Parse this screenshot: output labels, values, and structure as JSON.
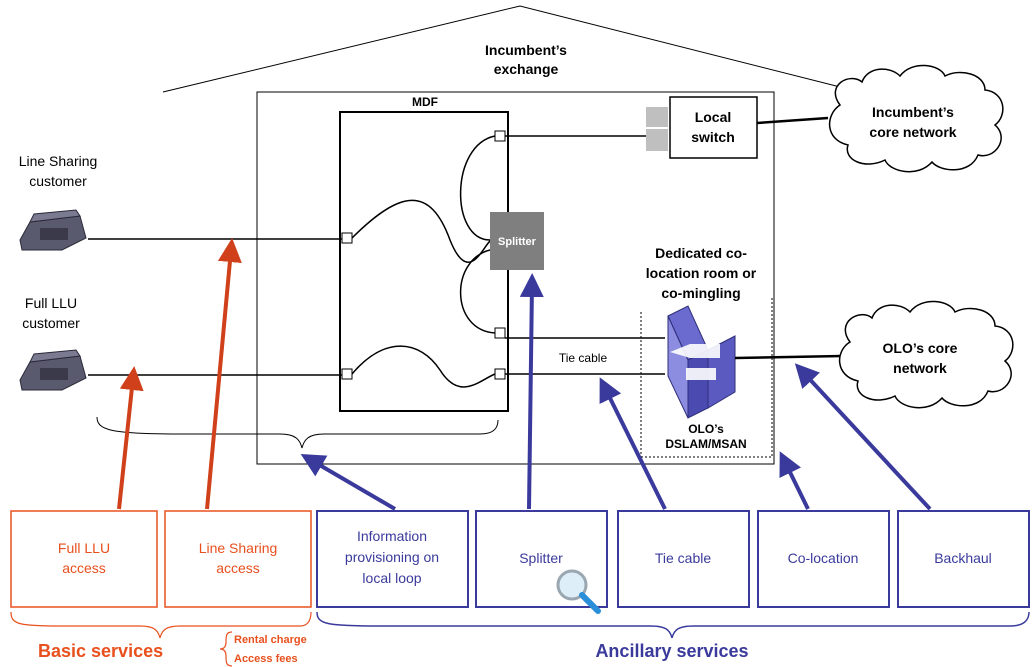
{
  "diagram": {
    "exchange": {
      "title_line1": "Incumbent’s",
      "title_line2": "exchange"
    },
    "mdf_label": "MDF",
    "splitter_label": "Splitter",
    "local_switch": {
      "line1": "Local",
      "line2": "switch"
    },
    "incumbent_core": {
      "line1": "Incumbent’s",
      "line2": "core network"
    },
    "olo_core": {
      "line1": "OLO’s core",
      "line2": "network"
    },
    "colocation_room": {
      "line1": "Dedicated co-",
      "line2": "location room or",
      "line3": "co-mingling"
    },
    "dslam": {
      "line1": "OLO’s",
      "line2": "DSLAM/MSAN"
    },
    "tie_cable_label": "Tie cable",
    "customers": {
      "line_sharing": {
        "line1": "Line Sharing",
        "line2": "customer"
      },
      "full_llu": {
        "line1": "Full LLU",
        "line2": "customer"
      }
    },
    "basic_boxes": {
      "full_llu_access": {
        "line1": "Full LLU",
        "line2": "access"
      },
      "line_sharing_access": {
        "line1": "Line Sharing",
        "line2": "access"
      }
    },
    "ancillary_boxes": {
      "information": {
        "line1": "Information",
        "line2": "provisioning on",
        "line3": "local loop"
      },
      "splitter": "Splitter",
      "tie_cable": "Tie cable",
      "co_location": "Co-location",
      "backhaul": "Backhaul"
    },
    "basic_services_label": "Basic services",
    "basic_services_notes": {
      "line1": "Rental charge",
      "line2": "Access fees"
    },
    "ancillary_services_label": "Ancillary services",
    "colors": {
      "basic": "#E8501E",
      "ancillary": "#3A3A9C",
      "splitter_fill": "#7F7F7F",
      "line": "#000000"
    }
  }
}
